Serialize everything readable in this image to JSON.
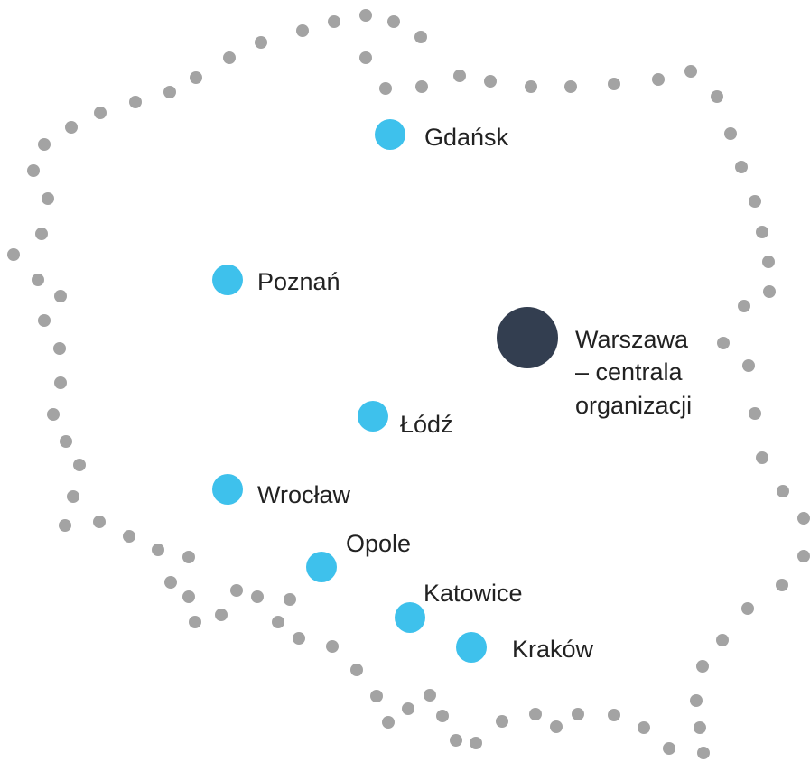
{
  "map": {
    "colors": {
      "border_dot": "#A3A3A3",
      "city_dot": "#3EC1EC",
      "capital_dot": "#333E50",
      "label": "#222222"
    },
    "capital": {
      "label_lines": [
        "Warszawa",
        "– centrala",
        "organizacji"
      ]
    },
    "cities": [
      {
        "id": "gdansk",
        "label": "Gdańsk"
      },
      {
        "id": "poznan",
        "label": "Poznań"
      },
      {
        "id": "lodz",
        "label": "Łódź"
      },
      {
        "id": "wroclaw",
        "label": "Wrocław"
      },
      {
        "id": "opole",
        "label": "Opole"
      },
      {
        "id": "katowice",
        "label": "Katowice"
      },
      {
        "id": "krakow",
        "label": "Kraków"
      }
    ]
  }
}
